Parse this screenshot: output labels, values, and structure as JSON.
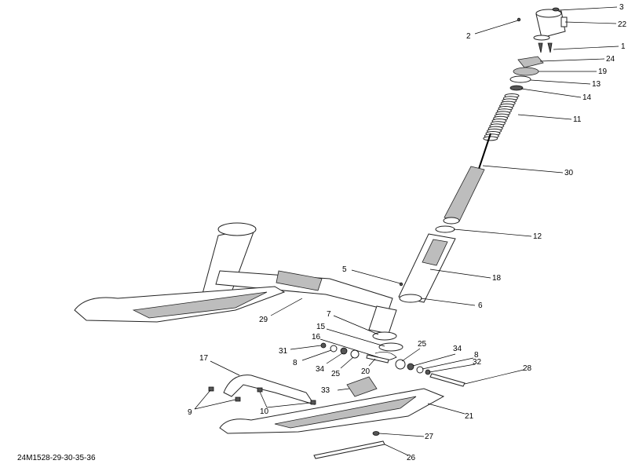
{
  "drawing_code": "24M1528-29-30-35-36",
  "callouts": [
    "3",
    "22",
    "2",
    "1",
    "24",
    "19",
    "13",
    "14",
    "11",
    "30",
    "12",
    "18",
    "5",
    "6",
    "29",
    "7",
    "15",
    "16",
    "31",
    "8",
    "34",
    "25",
    "20",
    "25",
    "34",
    "8",
    "32",
    "28",
    "17",
    "33",
    "9",
    "10",
    "21",
    "27",
    "26"
  ]
}
